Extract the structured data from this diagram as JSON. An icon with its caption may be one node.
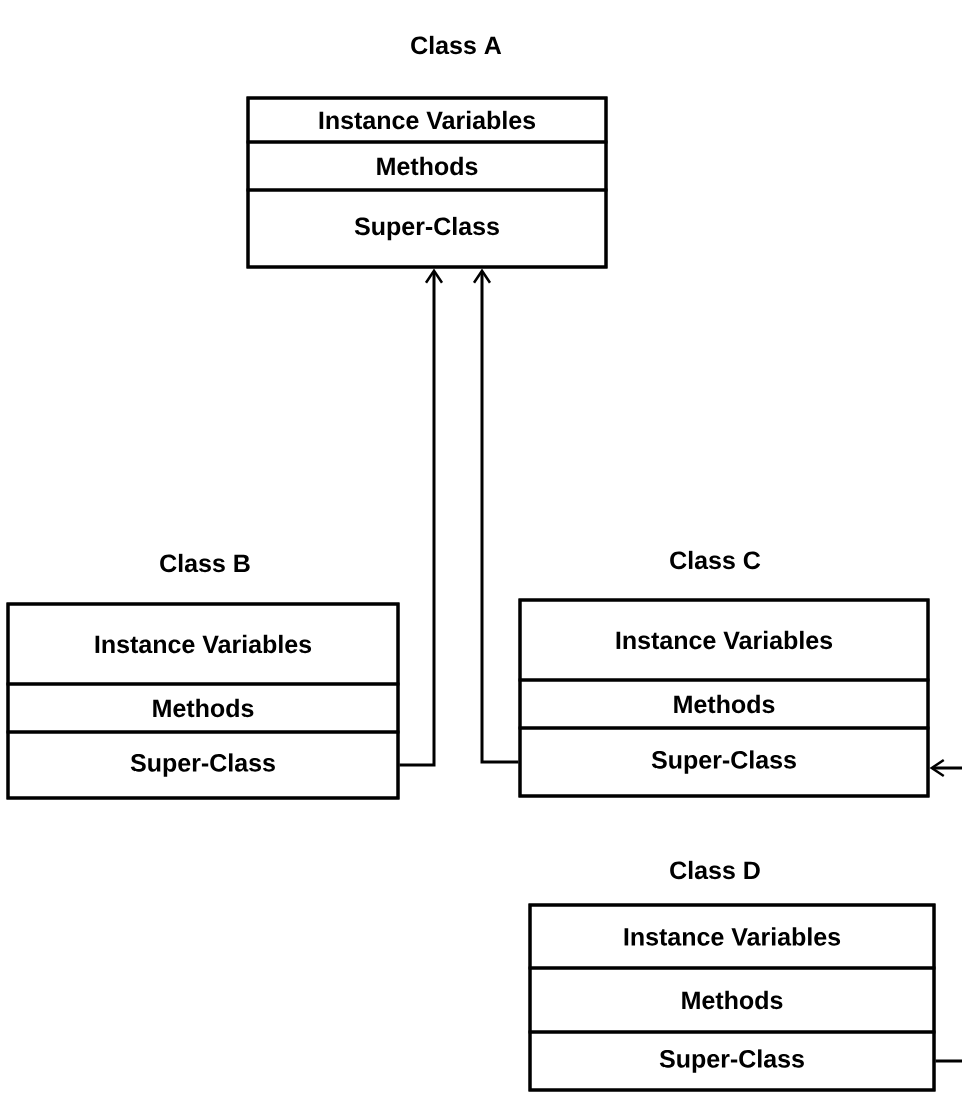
{
  "diagram": {
    "nodes": [
      {
        "text": [
          "Class A"
        ]
      },
      {
        "text": [
          "Instance Variables"
        ],
        "in": 0
      },
      {
        "text": [
          "Methods"
        ],
        "in": 0
      },
      {
        "text": [
          "Super-Class"
        ],
        "in": 0
      },
      {
        "text": [
          "Class B"
        ]
      },
      {
        "text": [
          "Instance Variables"
        ],
        "in": 4
      },
      {
        "text": [
          "Methods"
        ],
        "in": 4
      },
      {
        "text": [
          "Super-Class"
        ],
        "in": 4
      },
      {
        "text": [
          "Class C"
        ]
      },
      {
        "text": [
          "Instance Variables"
        ],
        "in": 8
      },
      {
        "text": [
          "Methods"
        ],
        "in": 8
      },
      {
        "text": [
          "Super-Class"
        ],
        "in": 8
      },
      {
        "text": [
          "Class D"
        ]
      },
      {
        "text": [
          "Instance Variables"
        ],
        "in": 12
      },
      {
        "text": [
          "Methods"
        ],
        "in": 12
      },
      {
        "text": [
          "Super-Class"
        ],
        "in": 12
      }
    ],
    "edges": [
      {
        "from": 7,
        "to": 3,
        "arrow": "to"
      },
      {
        "from": 11,
        "to": 3,
        "arrow": "to"
      },
      {
        "from": null,
        "to": 11,
        "arrow": "to"
      },
      {
        "from": 15,
        "to": null,
        "arrow": "none"
      }
    ]
  }
}
